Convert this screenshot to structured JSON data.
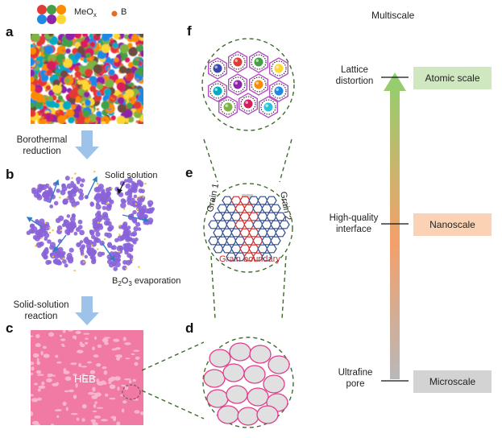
{
  "legend": {
    "meox_label": "MeO",
    "meox_sub": "x",
    "b_label": "B"
  },
  "panels": {
    "a": {
      "letter": "a"
    },
    "b": {
      "letter": "b",
      "solid_solution": "Solid solution",
      "evap_pre": "B",
      "evap_sub1": "2",
      "evap_mid": "O",
      "evap_sub2": "3",
      "evap_post": " evaporation"
    },
    "c": {
      "letter": "c",
      "heb_label": "HEB"
    },
    "d": {
      "letter": "d"
    },
    "e": {
      "letter": "e",
      "grain1": "Grain 1",
      "grain2": "Grain 2",
      "grain_boundary": "Grain boundary"
    },
    "f": {
      "letter": "f"
    }
  },
  "steps": {
    "step1_line1": "Borothermal",
    "step1_line2": "reduction",
    "step2_line1": "Solid-solution",
    "step2_line2": "reaction"
  },
  "multiscale": {
    "title": "Multiscale",
    "levels": [
      {
        "left_line1": "Lattice",
        "left_line2": "distortion",
        "box": "Atomic scale",
        "color": "#cfe8c0"
      },
      {
        "left_line1": "High-quality",
        "left_line2": "interface",
        "box": "Nanoscale",
        "color": "#fbd3b4"
      },
      {
        "left_line1": "Ultrafine",
        "left_line2": "pore",
        "box": "Microscale",
        "color": "#d3d3d3"
      }
    ]
  },
  "colors": {
    "heb_pink": "#f2709e",
    "purple": "#8a63d8",
    "grain_boundary": "#d22a2a",
    "grain_blue": "#2e4a8f",
    "arrow_blue": "#9ec3ea"
  }
}
